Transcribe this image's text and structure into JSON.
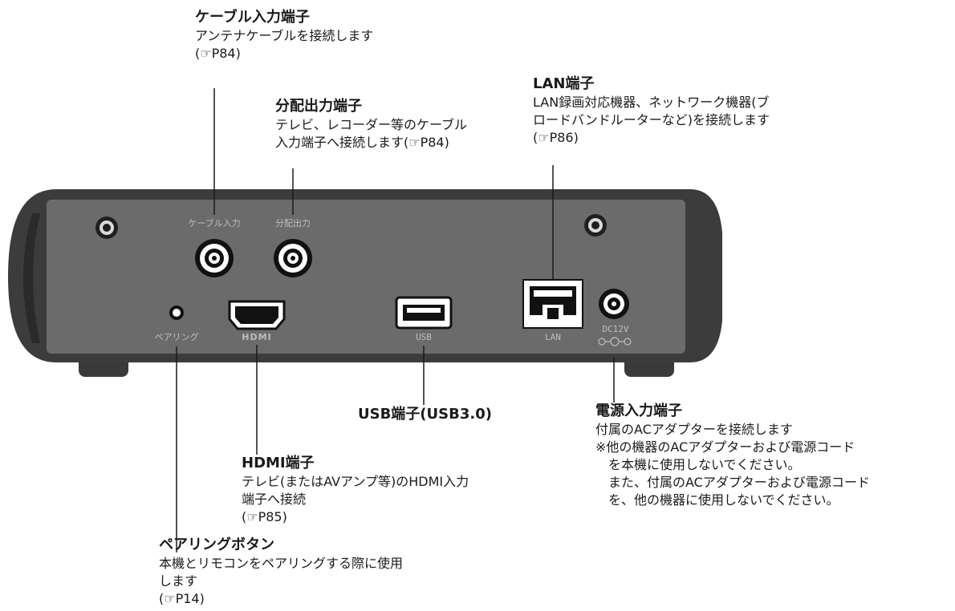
{
  "panel_labels": {
    "cable_in": "ケーブル入力",
    "split_out": "分配出力",
    "pairing": "ペアリング",
    "hdmi": "HDMI",
    "usb": "USB",
    "lan": "LAN",
    "dc": "DC12V"
  },
  "callouts": {
    "cable_in": {
      "title": "ケーブル入力端子",
      "lines": [
        "アンテナケーブルを接続します",
        "(☞P84)"
      ]
    },
    "split_out": {
      "title": "分配出力端子",
      "lines": [
        "テレビ、レコーダー等のケーブル",
        "入力端子へ接続します(☞P84)"
      ]
    },
    "lan": {
      "title": "LAN端子",
      "lines": [
        "LAN録画対応機器、ネットワーク機器(ブ",
        "ロードバンドルーターなど)を接続します",
        "(☞P86)"
      ]
    },
    "usb": {
      "title": "USB端子(USB3.0)"
    },
    "power": {
      "title": "電源入力端子",
      "lines": [
        "付属のACアダプターを接続します",
        "※他の機器のACアダプターおよび電源コード",
        "　を本機に使用しないでください。",
        "　また、付属のACアダプターおよび電源コード",
        "　を、他の機器に使用しないでください。"
      ]
    },
    "hdmi": {
      "title": "HDMI端子",
      "lines": [
        "テレビ(またはAVアンプ等)のHDMI入力",
        "端子へ接続",
        "(☞P85)"
      ]
    },
    "pairing": {
      "title": "ペアリングボタン",
      "lines": [
        "本機とリモコンをペアリングする際に使用",
        "します",
        "(☞P14)"
      ]
    }
  },
  "colors": {
    "body_dark": "#3a3a3a",
    "panel": "#6b6b6b",
    "port_white": "#ffffff",
    "leader": "#1a1a1a"
  }
}
